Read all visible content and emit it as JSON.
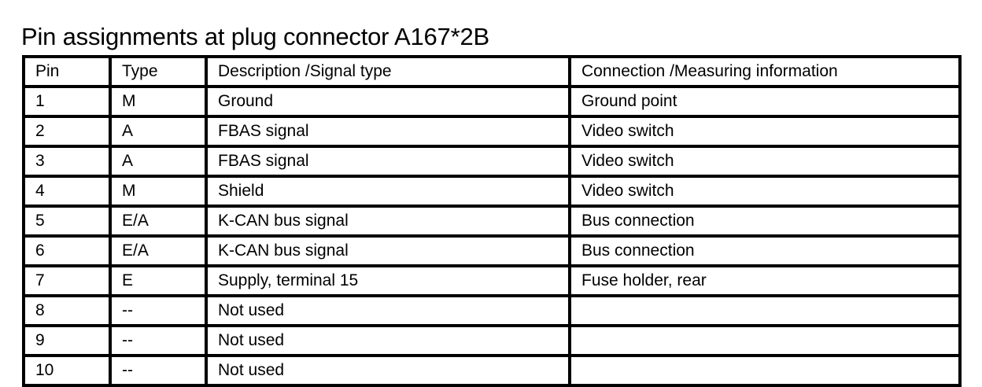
{
  "document": {
    "title": "Pin assignments at plug connector A167*2B",
    "colors": {
      "text": "#000000",
      "background": "#ffffff",
      "border": "#000000"
    }
  },
  "table": {
    "columns": [
      {
        "key": "pin",
        "label": "Pin"
      },
      {
        "key": "type",
        "label": "Type"
      },
      {
        "key": "desc",
        "label": "Description /Signal type"
      },
      {
        "key": "conn",
        "label": "Connection /Measuring information"
      }
    ],
    "rows": [
      {
        "pin": "1",
        "type": "M",
        "desc": "Ground",
        "conn": "Ground point"
      },
      {
        "pin": "2",
        "type": "A",
        "desc": "FBAS signal",
        "conn": "Video switch"
      },
      {
        "pin": "3",
        "type": "A",
        "desc": "FBAS signal",
        "conn": "Video switch"
      },
      {
        "pin": "4",
        "type": "M",
        "desc": "Shield",
        "conn": "Video switch"
      },
      {
        "pin": "5",
        "type": "E/A",
        "desc": "K-CAN bus signal",
        "conn": "Bus connection"
      },
      {
        "pin": "6",
        "type": "E/A",
        "desc": "K-CAN bus signal",
        "conn": "Bus connection"
      },
      {
        "pin": "7",
        "type": "E",
        "desc": "Supply, terminal 15",
        "conn": "Fuse holder, rear"
      },
      {
        "pin": "8",
        "type": "--",
        "desc": "Not used",
        "conn": ""
      },
      {
        "pin": "9",
        "type": "--",
        "desc": "Not used",
        "conn": ""
      },
      {
        "pin": "10",
        "type": "--",
        "desc": "Not used",
        "conn": ""
      }
    ]
  }
}
